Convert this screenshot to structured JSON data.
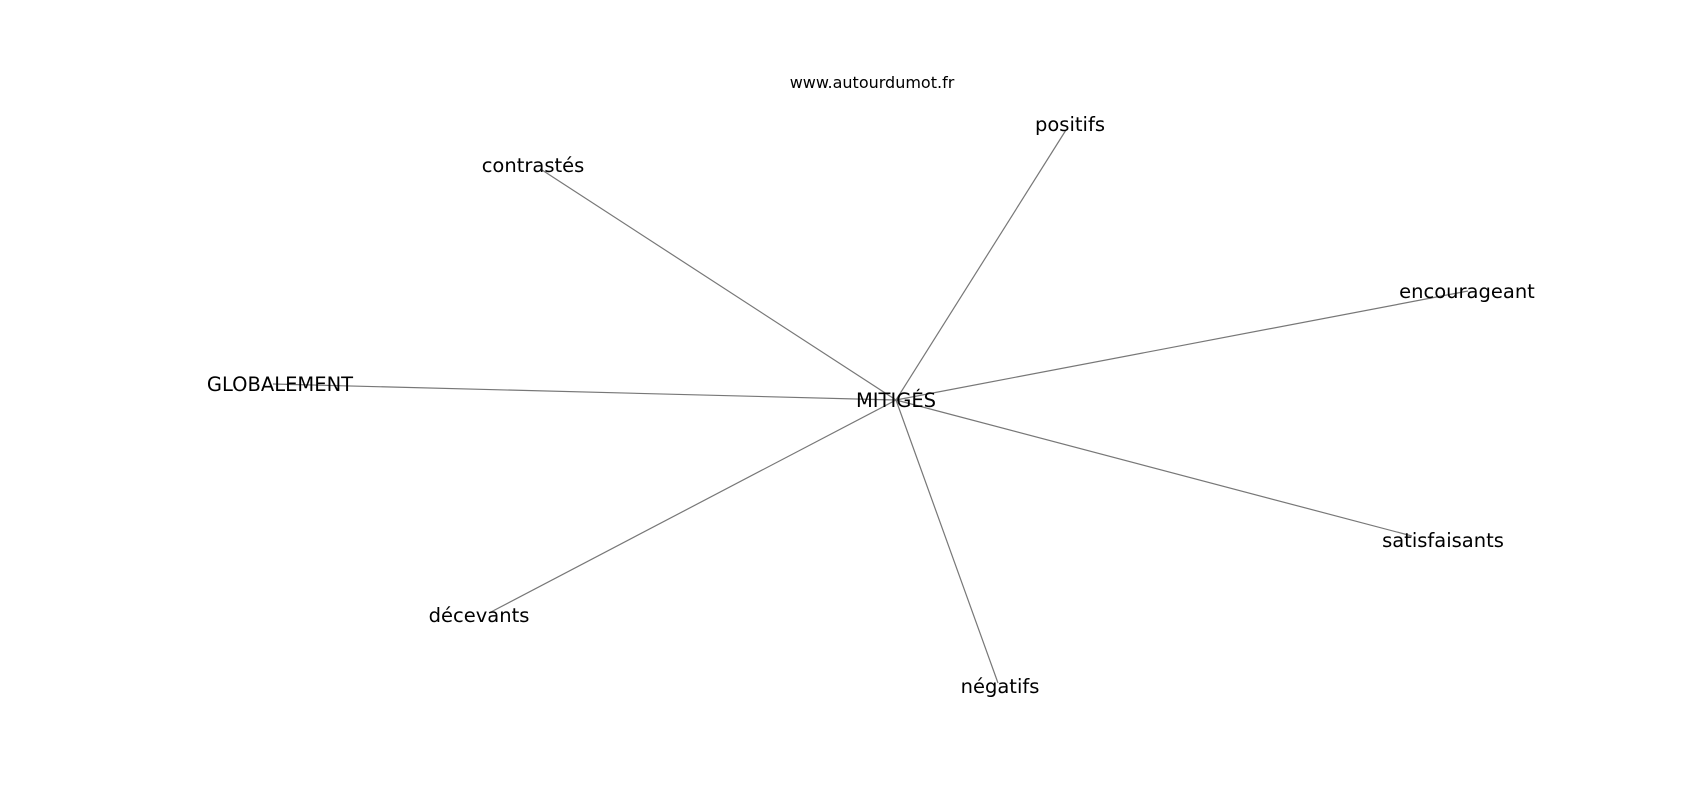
{
  "graph": {
    "source_credit": "www.autourdumot.fr",
    "center": {
      "id": "mitiges",
      "label": "MITIGÉS"
    },
    "nodes": [
      {
        "id": "positifs",
        "label": "positifs"
      },
      {
        "id": "contrastes",
        "label": "contrastés"
      },
      {
        "id": "encourageant",
        "label": "encourageant"
      },
      {
        "id": "globalement",
        "label": "GLOBALEMENT"
      },
      {
        "id": "satisfaisants",
        "label": "satisfaisants"
      },
      {
        "id": "decevants",
        "label": "décevants"
      },
      {
        "id": "negatifs",
        "label": "négatifs"
      }
    ],
    "edges": [
      {
        "from": "mitiges",
        "to": "positifs"
      },
      {
        "from": "mitiges",
        "to": "contrastes"
      },
      {
        "from": "mitiges",
        "to": "encourageant"
      },
      {
        "from": "mitiges",
        "to": "globalement"
      },
      {
        "from": "mitiges",
        "to": "satisfaisants"
      },
      {
        "from": "mitiges",
        "to": "decevants"
      },
      {
        "from": "mitiges",
        "to": "negatifs"
      }
    ],
    "colors": {
      "edge": "#777777",
      "text": "#000000",
      "background": "#ffffff"
    }
  }
}
